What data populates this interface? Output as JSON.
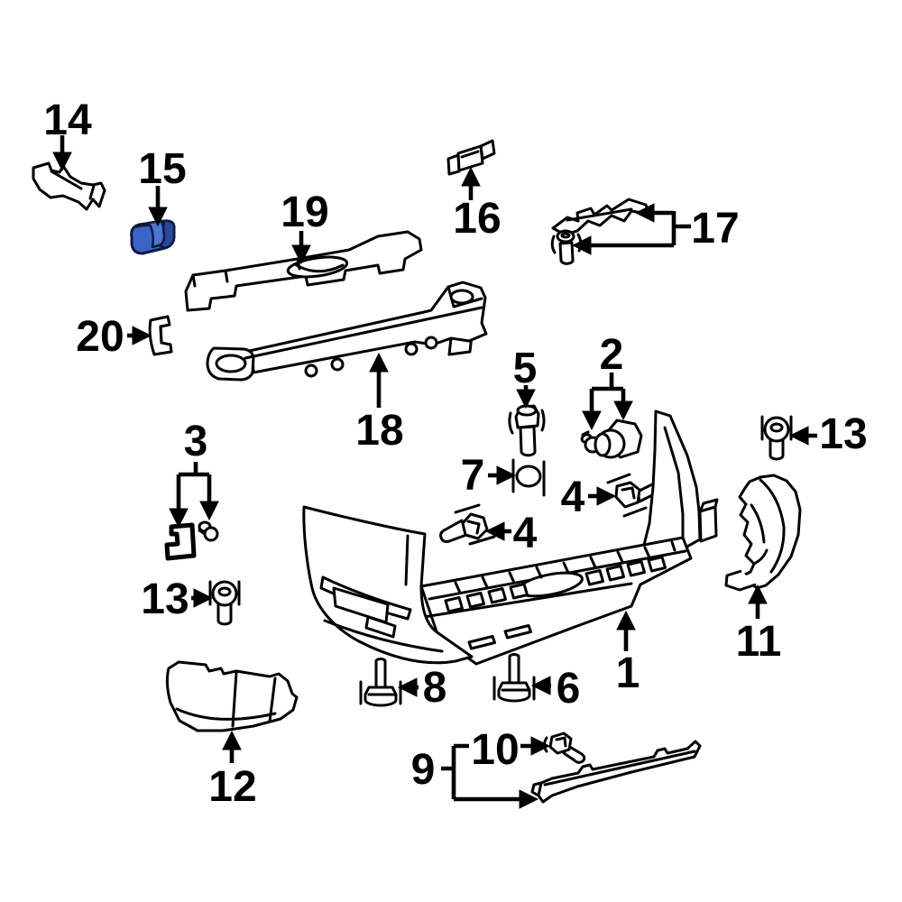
{
  "diagram": {
    "kind": "exploded parts diagram",
    "background_color": "#ffffff",
    "line_color": "#000000",
    "highlight_color": "#3c63c8",
    "highlighted_callout": "15",
    "callouts": {
      "c1": "1",
      "c2": "2",
      "c3": "3",
      "c4a": "4",
      "c4b": "4",
      "c5": "5",
      "c6": "6",
      "c7": "7",
      "c8": "8",
      "c9": "9",
      "c10": "10",
      "c11": "11",
      "c12": "12",
      "c13a": "13",
      "c13b": "13",
      "c14": "14",
      "c15": "15",
      "c16": "16",
      "c17": "17",
      "c18": "18",
      "c19": "19",
      "c20": "20"
    }
  }
}
